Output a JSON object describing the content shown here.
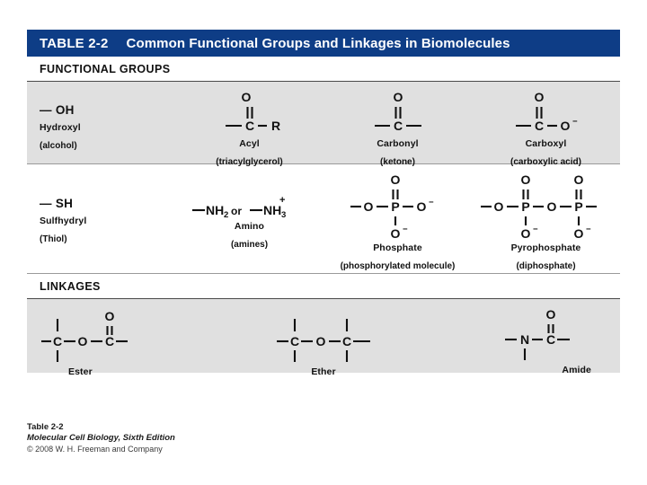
{
  "title": {
    "number": "TABLE 2-2",
    "text": "Common Functional Groups and Linkages in Biomolecules"
  },
  "sections": [
    {
      "label": "FUNCTIONAL GROUPS"
    },
    {
      "label": "LINKAGES"
    }
  ],
  "functional_groups": [
    {
      "formula": "— OH",
      "name": "Hydroxyl",
      "note": "(alcohol)",
      "icon": "hydroxyl-structure"
    },
    {
      "formula": "O=C—R",
      "name": "Acyl",
      "note": "(triacylglycerol)",
      "icon": "acyl-structure",
      "atoms": {
        "top": "O",
        "center": "C",
        "right": "R"
      }
    },
    {
      "formula": "O=C",
      "name": "Carbonyl",
      "note": "(ketone)",
      "icon": "carbonyl-structure",
      "atoms": {
        "top": "O",
        "center": "C"
      }
    },
    {
      "formula": "O=C—O−",
      "name": "Carboxyl",
      "note": "(carboxylic acid)",
      "icon": "carboxyl-structure",
      "atoms": {
        "top": "O",
        "center": "C",
        "right": "O",
        "right_charge": "−"
      }
    },
    {
      "formula": "— SH",
      "name": "Sulfhydryl",
      "note": "(Thiol)",
      "icon": "sulfhydryl-structure"
    },
    {
      "formula": "—NH2 or —NH3+",
      "name": "Amino",
      "note": "(amines)",
      "icon": "amino-structure",
      "atoms": {
        "first": "NH",
        "first_sub": "2",
        "conjunction": "or",
        "second": "NH",
        "second_sub": "3",
        "second_charge": "+"
      }
    },
    {
      "formula": "—O—P(=O)(O−)—O−",
      "name": "Phosphate",
      "note": "(phosphorylated molecule)",
      "icon": "phosphate-structure",
      "atoms": {
        "top": "O",
        "center": "P",
        "left": "O",
        "right": "O",
        "right_charge": "−",
        "bottom": "O",
        "bottom_charge": "−"
      }
    },
    {
      "formula": "—O—P(=O)(O−)—O—P(=O)(O−)—",
      "name": "Pyrophosphate",
      "note": "(diphosphate)",
      "icon": "pyrophosphate-structure",
      "atoms": {
        "p1": "P",
        "p2": "P",
        "bridge": "O",
        "left": "O",
        "top": "O",
        "bottom": "O",
        "charge": "−"
      }
    }
  ],
  "linkages": [
    {
      "formula": "—C—O—C(=O)—",
      "name": "Ester",
      "icon": "ester-structure",
      "atoms": {
        "c1": "C",
        "o_bridge": "O",
        "c2": "C",
        "o_top": "O"
      }
    },
    {
      "formula": "—C—O—C—",
      "name": "Ether",
      "icon": "ether-structure",
      "atoms": {
        "c1": "C",
        "o_bridge": "O",
        "c2": "C"
      }
    },
    {
      "formula": "—N—C(=O)—",
      "name": "Amide",
      "icon": "amide-structure",
      "atoms": {
        "n": "N",
        "c": "C",
        "o_top": "O"
      }
    }
  ],
  "footer": {
    "table_ref": "Table 2-2",
    "source": "Molecular Cell Biology, Sixth Edition",
    "copyright": "© 2008 W. H. Freeman and Company"
  },
  "colors": {
    "title_bar": "#0e3d86",
    "row_gray": "#e0e0e0",
    "rule": "#4a4a4a"
  }
}
